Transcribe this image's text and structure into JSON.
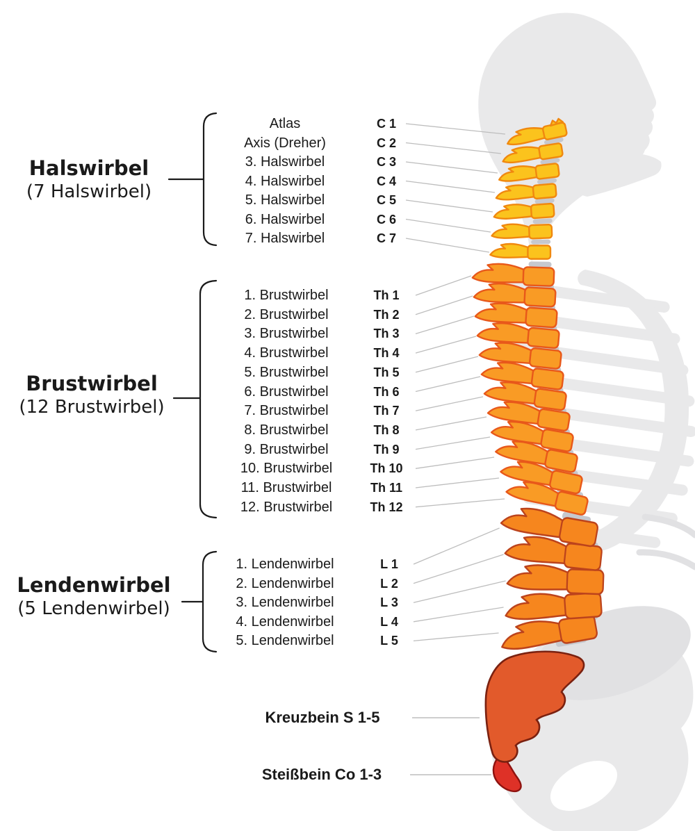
{
  "figure": "Wirbelsäule (spine) schematic side view with body silhouette",
  "sections": [
    {
      "id": "cervical",
      "heading": "Halswirbel",
      "subheading": "(7 Halswirbel)",
      "items": [
        {
          "name": "Atlas",
          "code": "C 1"
        },
        {
          "name": "Axis (Dreher)",
          "code": "C 2"
        },
        {
          "name": "3. Halswirbel",
          "code": "C 3"
        },
        {
          "name": "4. Halswirbel",
          "code": "C 4"
        },
        {
          "name": "5. Halswirbel",
          "code": "C 5"
        },
        {
          "name": "6. Halswirbel",
          "code": "C 6"
        },
        {
          "name": "7. Halswirbel",
          "code": "C 7"
        }
      ]
    },
    {
      "id": "thoracic",
      "heading": "Brustwirbel",
      "subheading": "(12 Brustwirbel)",
      "items": [
        {
          "name": "1. Brustwirbel",
          "code": "Th 1"
        },
        {
          "name": "2. Brustwirbel",
          "code": "Th 2"
        },
        {
          "name": "3. Brustwirbel",
          "code": "Th 3"
        },
        {
          "name": "4. Brustwirbel",
          "code": "Th 4"
        },
        {
          "name": "5. Brustwirbel",
          "code": "Th 5"
        },
        {
          "name": "6. Brustwirbel",
          "code": "Th 6"
        },
        {
          "name": "7. Brustwirbel",
          "code": "Th 7"
        },
        {
          "name": "8. Brustwirbel",
          "code": "Th 8"
        },
        {
          "name": "9. Brustwirbel",
          "code": "Th 9"
        },
        {
          "name": "10. Brustwirbel",
          "code": "Th 10"
        },
        {
          "name": "11. Brustwirbel",
          "code": "Th 11"
        },
        {
          "name": "12. Brustwirbel",
          "code": "Th 12"
        }
      ]
    },
    {
      "id": "lumbar",
      "heading": "Lendenwirbel",
      "subheading": "(5 Lendenwirbel)",
      "items": [
        {
          "name": "1. Lendenwirbel",
          "code": "L 1"
        },
        {
          "name": "2. Lendenwirbel",
          "code": "L 2"
        },
        {
          "name": "3. Lendenwirbel",
          "code": "L 3"
        },
        {
          "name": "4. Lendenwirbel",
          "code": "L 4"
        },
        {
          "name": "5. Lendenwirbel",
          "code": "L 5"
        }
      ]
    }
  ],
  "annotations": [
    {
      "id": "sacrum",
      "label": "Kreuzbein S 1-5"
    },
    {
      "id": "coccyx",
      "label": "Steißbein Co 1-3"
    }
  ],
  "colors": {
    "cervical_fill": "#FBC31D",
    "cervical_stroke": "#F0880F",
    "thoracic_fill": "#F99B25",
    "thoracic_stroke": "#E8581A",
    "lumbar_fill": "#F6861E",
    "lumbar_stroke": "#BC431C",
    "sacrum_fill": "#E25A2B",
    "sacrum_stroke": "#7A2110",
    "coccyx_fill": "#DE3127",
    "coccyx_stroke": "#8E1310",
    "disc": "#C6C8CE",
    "silhouette": "#E9E9EA",
    "silhouette_shade": "#E1E1E3",
    "leader_line": "#BDBDBD",
    "bracket": "#1A1A1A",
    "text": "#1A1A1A"
  }
}
